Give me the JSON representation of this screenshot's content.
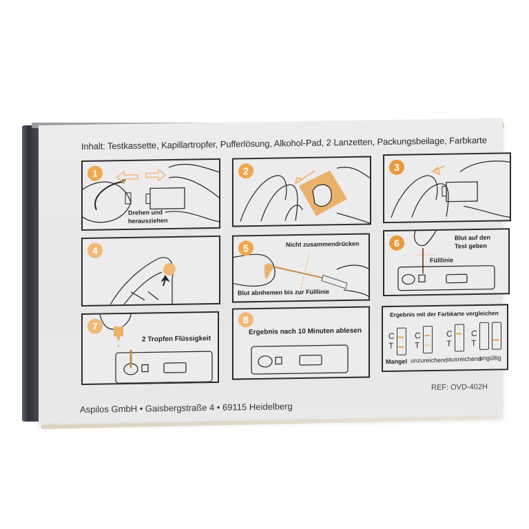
{
  "product": {
    "contents_line": "Inhalt: Testkassette, Kapillartropfer, Pufferlösung, Alkohol-Pad, 2 Lanzetten, Packungsbeilage, Farbkarte",
    "manufacturer_line": "Aspilos GmbH • Gaisbergstraße 4 • 69115 Heidelberg",
    "ref": "REF: OVD-402H"
  },
  "colors": {
    "accent_orange": "#f1a74d",
    "line_dark": "#2a2a2a",
    "box_face": "#e9e9e9",
    "box_side": "#2d3038"
  },
  "steps": [
    {
      "number": "1",
      "text": "Drehen und herausziehen",
      "text_lines": [
        "Drehen und",
        "herausziehen"
      ]
    },
    {
      "number": "2",
      "text": ""
    },
    {
      "number": "3",
      "text": ""
    },
    {
      "number": "4",
      "text": ""
    },
    {
      "number": "5",
      "text_top": "Nicht zusammendrücken",
      "text_bottom": "Blut abnhemen bis zur Fülllinie"
    },
    {
      "number": "6",
      "text_lines": [
        "Blut auf den",
        "Test geben"
      ],
      "fill_label": "Fülllinie"
    },
    {
      "number": "7",
      "text": "2 Tropfen Flüssigkeit"
    },
    {
      "number": "8",
      "text": "Ergebnis nach 10 Minuten ablesen"
    }
  ],
  "result_card": {
    "title": "Ergebnis mit der Farbkarte vergleichen",
    "c_label": "C",
    "t_label": "T",
    "results": [
      {
        "label": "Mangel",
        "lines": [
          "C",
          "T"
        ]
      },
      {
        "label": "unzureichend",
        "lines": [
          "C",
          "T-faint"
        ]
      },
      {
        "label": "ausreichend",
        "lines": [
          "C"
        ]
      },
      {
        "label": "ungültig",
        "lines": [
          "none",
          "T"
        ]
      }
    ]
  }
}
